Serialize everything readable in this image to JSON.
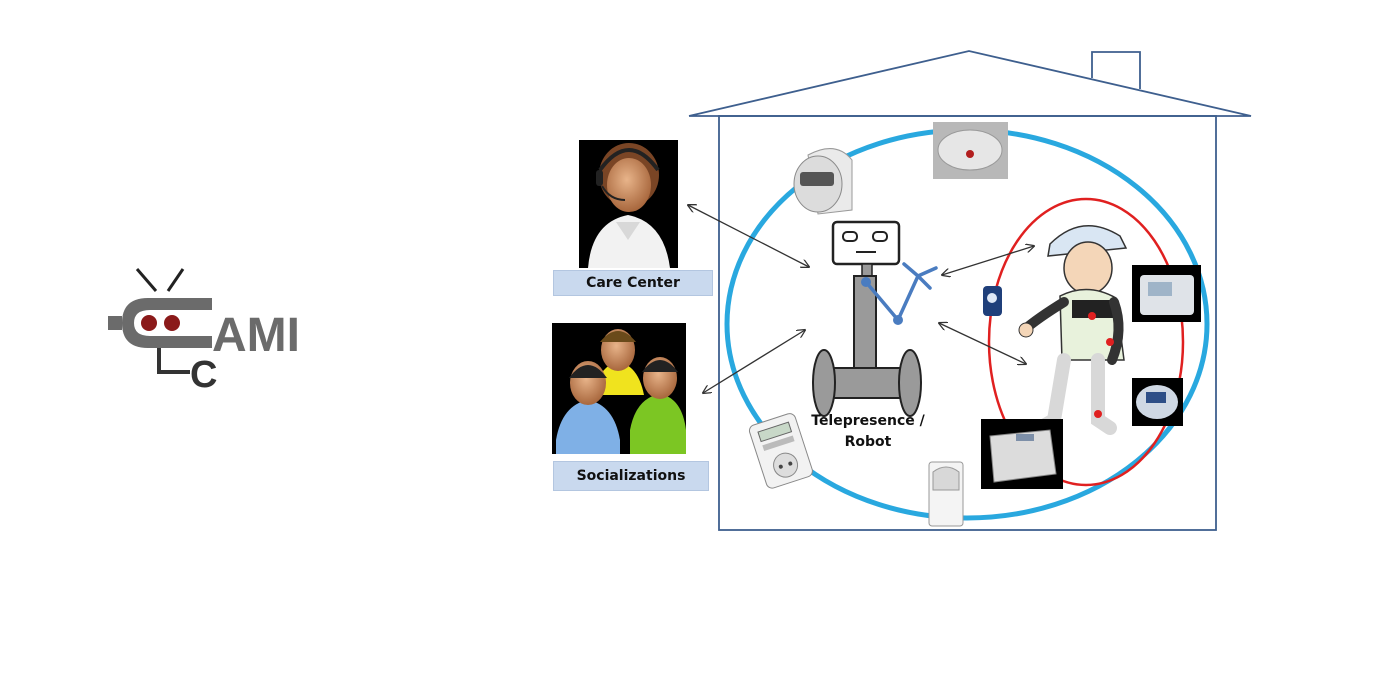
{
  "logo": {
    "text": "AMI",
    "letter_c": "C",
    "brand_color": "#8b1a1a",
    "text_color": "#6b6b6b"
  },
  "labels": {
    "care_center": "Care Center",
    "socializations": "Socializations",
    "robot_line1": "Telepresence /",
    "robot_line2": "Robot"
  },
  "colors": {
    "house_outline": "#3e5f8e",
    "home_ellipse": "#29a8df",
    "person_ellipse": "#e02020",
    "label_fill": "#c9d9ee",
    "robot_arm": "#4a7cc0"
  },
  "icons": [
    "care-center-operator-icon",
    "socialization-group-icon",
    "motion-sensor-icon",
    "smoke-detector-icon",
    "panic-button-icon",
    "blood-pressure-monitor-icon",
    "glucose-meter-icon",
    "weight-scale-icon",
    "pir-sensor-icon",
    "smart-plug-timer-icon",
    "elderly-person-with-sensors-icon",
    "robot-icon"
  ]
}
